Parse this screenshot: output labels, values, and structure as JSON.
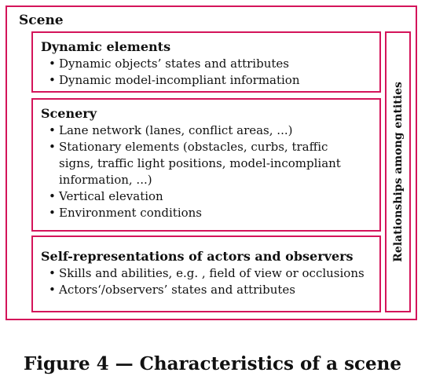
{
  "scene": {
    "title": "Scene"
  },
  "dynamic": {
    "title": "Dynamic elements",
    "items": [
      "Dynamic objects’ states and attributes",
      "Dynamic model-incompliant information"
    ]
  },
  "scenery": {
    "title": "Scenery",
    "items": [
      "Lane network (lanes, conflict areas, ...)",
      "Stationary elements (obstacles, curbs, traffic signs, traffic light positions, model-incompliant information, ...)",
      "Vertical elevation",
      "Environment conditions"
    ]
  },
  "self_rep": {
    "title": "Self-representations of actors and observers",
    "items": [
      "Skills and abilities, e.g. , field of view or occlusions",
      "Actors‘/observers’ states and attributes"
    ]
  },
  "relations": {
    "label": "Relationships among entities"
  },
  "caption": "Figure 4 — Characteristics of a scene",
  "colors": {
    "box_border": "#d4145a"
  }
}
